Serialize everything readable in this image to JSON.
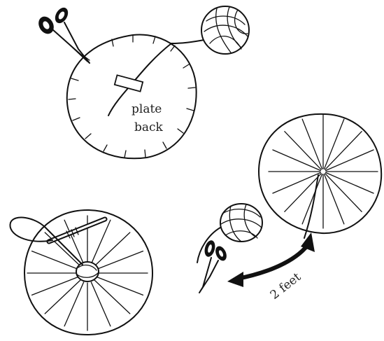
{
  "labels": {
    "plate_line1": "plate",
    "plate_line2": "back",
    "distance": "2 feet"
  },
  "colors": {
    "ink": "#111111",
    "background": "#ffffff",
    "scissor_handle": "#111111"
  },
  "icons": [
    "scissors-icon",
    "yarn-ball-icon",
    "tape-icon",
    "needle-icon",
    "double-arrow-icon"
  ]
}
